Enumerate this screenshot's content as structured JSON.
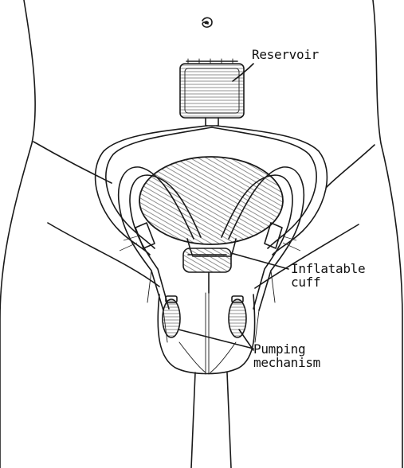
{
  "labels": {
    "reservoir": "Reservoir",
    "inflatable_cuff": [
      "Inflatable",
      "cuff"
    ],
    "pumping_mechanism": [
      "Pumping",
      "mechanism"
    ]
  },
  "colors": {
    "ink": "#1a1a1a",
    "background": "#ffffff"
  }
}
